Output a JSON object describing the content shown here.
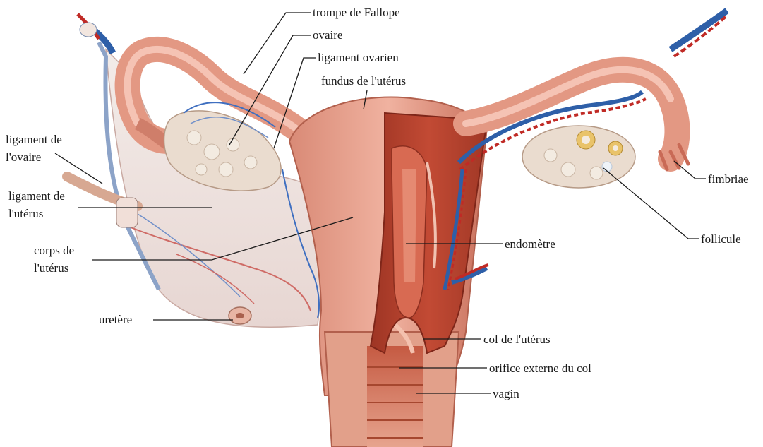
{
  "diagram": {
    "labels": {
      "trompe": "trompe de Fallope",
      "ovaire": "ovaire",
      "ligament_ovarien": "ligament ovarien",
      "fundus": "fundus de l'utérus",
      "lig_ovaire_1": "ligament de",
      "lig_ovaire_2": "l'ovaire",
      "lig_uterus_1": "ligament de",
      "lig_uterus_2": "l'utérus",
      "corps_1": "corps de",
      "corps_2": "l'utérus",
      "uretere": "uretère",
      "fimbriae": "fimbriae",
      "follicule": "follicule",
      "endometre": "endomètre",
      "col": "col de l'utérus",
      "orifice": "orifice externe du col",
      "vagin": "vagin"
    },
    "colors": {
      "flesh": "#e8a08c",
      "muscle": "#b8432e",
      "lining": "#d86a52",
      "membrane": "#efe6e3",
      "vein": "#2e5fa8",
      "artery": "#c02a25",
      "ovary": "#e9ddd2"
    }
  }
}
